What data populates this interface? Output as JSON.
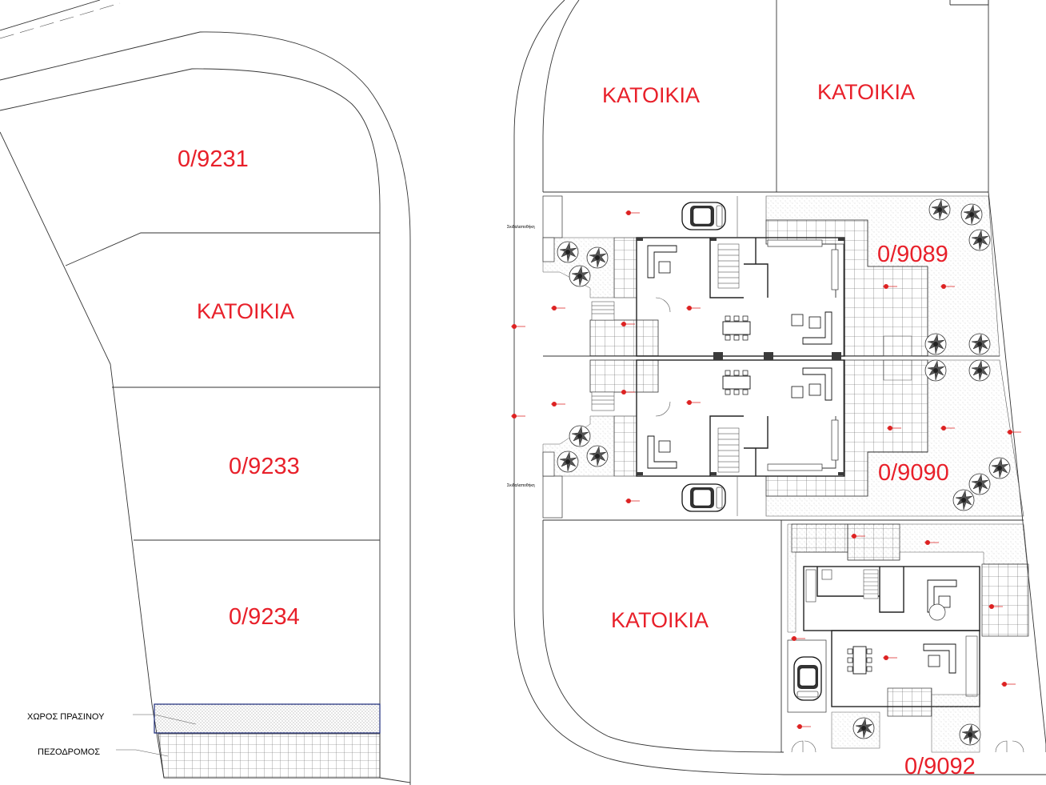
{
  "plots": [
    {
      "id": "plot-0-9231",
      "label": "0/9231"
    },
    {
      "id": "plot-0-9233",
      "label": "0/9233"
    },
    {
      "id": "plot-0-9234",
      "label": "0/9234"
    },
    {
      "id": "plot-0-9089",
      "label": "0/9089"
    },
    {
      "id": "plot-0-9090",
      "label": "0/9090"
    },
    {
      "id": "plot-0-9092",
      "label": "0/9092"
    }
  ],
  "houses": [
    {
      "id": "house-left",
      "label": "ΚΑΤΟΙΚΙΑ"
    },
    {
      "id": "house-top-1",
      "label": "ΚΑΤΟΙΚΙΑ"
    },
    {
      "id": "house-top-2",
      "label": "ΚΑΤΟΙΚΙΑ"
    },
    {
      "id": "house-bottom",
      "label": "ΚΑΤΟΙΚΙΑ"
    }
  ],
  "legend": {
    "green_space": "ΧΩΡΟΣ ΠΡΑΣΙΝΟΥ",
    "sidewalk": "ΠΕΖΟΔΡΟΜΟΣ"
  },
  "annotations": {
    "storage_top": "Σκιδαλαποθήκη",
    "storage_bottom": "Σκιδαλαποθήκη"
  },
  "colors": {
    "label": "#e8202a",
    "lines": "#333333",
    "green_band_border": "#1a2a7a"
  }
}
